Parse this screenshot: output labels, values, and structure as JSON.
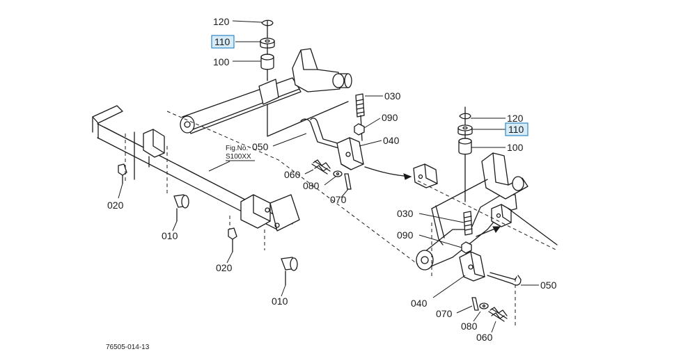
{
  "diagram": {
    "labels": {
      "p120_a": "120",
      "p110_a": "110",
      "p100_a": "100",
      "p030_a": "030",
      "p090_a": "090",
      "p040_a": "040",
      "p050_a": "050",
      "p060_a": "060",
      "p080_a": "080",
      "p070_a": "070",
      "p020_a": "020",
      "p010_a": "010",
      "p020_b": "020",
      "p010_b": "010",
      "p120_b": "120",
      "p110_b": "110",
      "p100_b": "100",
      "p030_b": "030",
      "p090_b": "090",
      "p040_b": "040",
      "p050_b": "050",
      "p070_b": "070",
      "p080_b": "080",
      "p060_b": "060"
    },
    "fig_ref": {
      "line1": "Fig.No.",
      "line2": "S100XX"
    },
    "drawing_number": "76505-014-13",
    "highlight_color": "#d7ecf7"
  }
}
